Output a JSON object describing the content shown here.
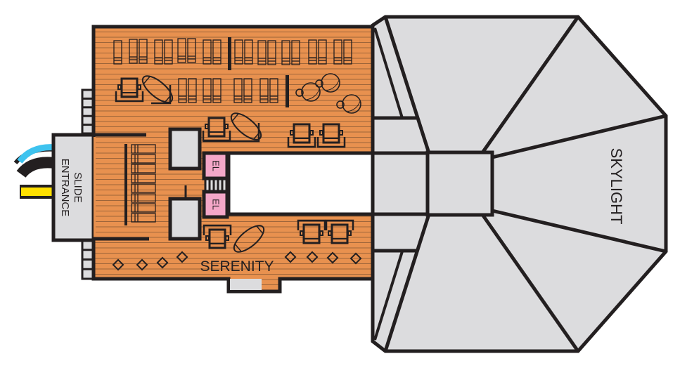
{
  "deck": {
    "slide_entrance_line1": "SLIDE",
    "slide_entrance_line2": "ENTRANCE",
    "elevator_top": "EL",
    "elevator_bottom": "EL",
    "serenity": "SERENITY",
    "skylight": "SKYLIGHT"
  },
  "colors": {
    "deck_wood": "#e8914f",
    "wood_line": "#8a5a34",
    "gray_area": "#dcdcde",
    "wall": "#231f20",
    "elevator": "#f4a7c8",
    "slide_blue": "#3ec3ef",
    "slide_yellow": "#ffe000"
  }
}
